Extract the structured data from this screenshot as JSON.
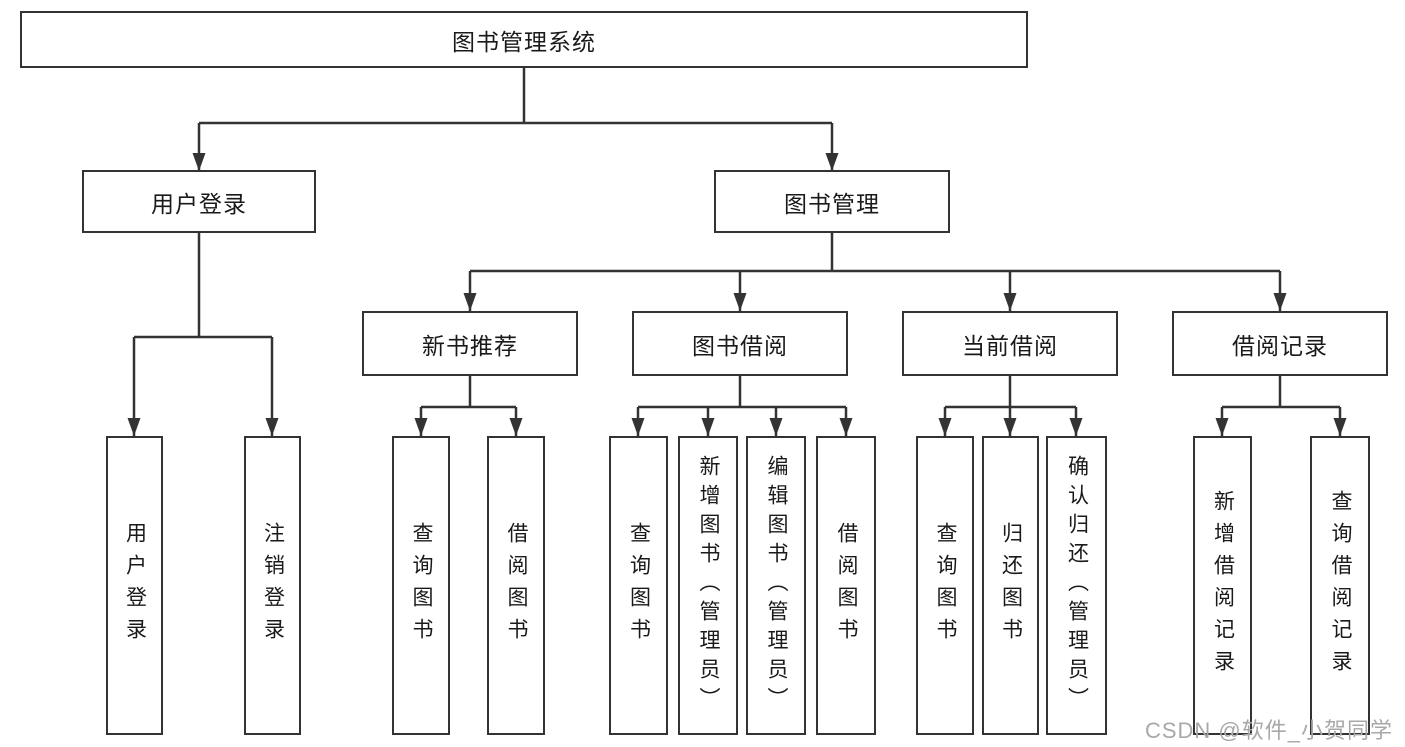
{
  "diagram": {
    "root": {
      "label": "图书管理系统"
    },
    "level2": [
      {
        "label": "用户登录"
      },
      {
        "label": "图书管理"
      }
    ],
    "level3": [
      {
        "label": "新书推荐",
        "parent": "图书管理"
      },
      {
        "label": "图书借阅",
        "parent": "图书管理"
      },
      {
        "label": "当前借阅",
        "parent": "图书管理"
      },
      {
        "label": "借阅记录",
        "parent": "图书管理"
      }
    ],
    "leaves": [
      {
        "label": "用户登录",
        "parent": "用户登录"
      },
      {
        "label": "注销登录",
        "parent": "用户登录"
      },
      {
        "label": "查询图书",
        "parent": "新书推荐"
      },
      {
        "label": "借阅图书",
        "parent": "新书推荐"
      },
      {
        "label": "查询图书",
        "parent": "图书借阅"
      },
      {
        "label": "新增图书（管理员）",
        "parent": "图书借阅"
      },
      {
        "label": "编辑图书（管理员）",
        "parent": "图书借阅"
      },
      {
        "label": "借阅图书",
        "parent": "图书借阅"
      },
      {
        "label": "查询图书",
        "parent": "当前借阅"
      },
      {
        "label": "归还图书",
        "parent": "当前借阅"
      },
      {
        "label": "确认归还（管理员）",
        "parent": "当前借阅"
      },
      {
        "label": "新增借阅记录",
        "parent": "借阅记录"
      },
      {
        "label": "查询借阅记录",
        "parent": "借阅记录"
      }
    ]
  },
  "watermark": {
    "text": "CSDN @软件_小贺同学"
  },
  "colors": {
    "line": "#333333",
    "box_border": "#333333",
    "text": "#1a1a1a",
    "watermark": "#a8a8a8",
    "background": "#ffffff"
  }
}
